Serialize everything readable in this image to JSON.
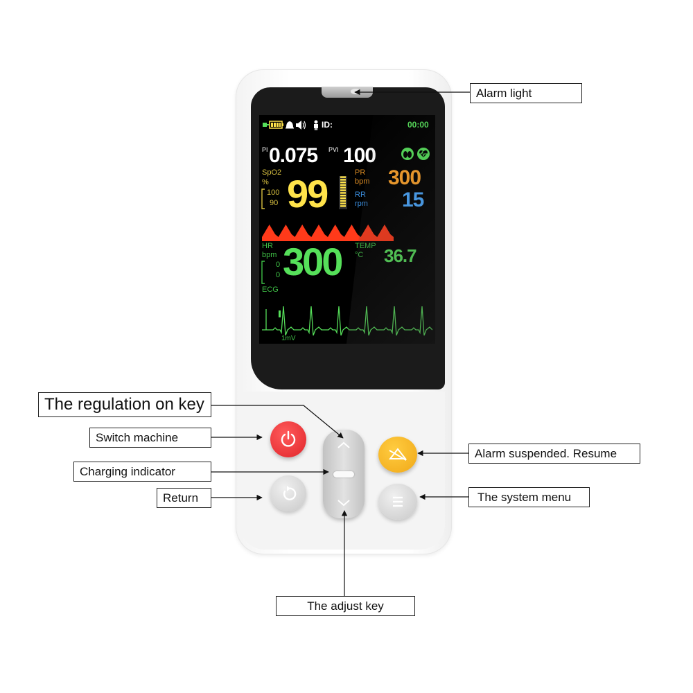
{
  "screen": {
    "status": {
      "id_label": "ID:",
      "time": "00:00"
    },
    "pi": {
      "label": "PI",
      "value": "0.075"
    },
    "pvi": {
      "label": "PVI",
      "value": "100"
    },
    "spo2": {
      "label": "SpO2",
      "unit": "%",
      "high": "100",
      "low": "90",
      "value": "99"
    },
    "pr": {
      "label": "PR",
      "unit": "bpm",
      "value": "300"
    },
    "rr": {
      "label": "RR",
      "unit": "rpm",
      "value": "15"
    },
    "hr": {
      "label": "HR",
      "unit": "bpm",
      "high": "0",
      "low": "0",
      "value": "300",
      "source": "ECG"
    },
    "temp": {
      "label": "TEMP",
      "unit": "°C",
      "value": "36.7"
    },
    "ecg_scale": "1mV"
  },
  "callouts": {
    "alarm_light": "Alarm light",
    "regulation_on_key": "The regulation on key",
    "switch_machine": "Switch machine",
    "charging_indicator": "Charging indicator",
    "return": "Return",
    "alarm_suspended": "Alarm suspended. Resume",
    "system_menu": "The system menu",
    "adjust_key": "The adjust key"
  },
  "colors": {
    "spo2": "#ffe34a",
    "pr": "#ffa32a",
    "rr": "#4aa8ff",
    "hr": "#56e05a",
    "pleth": "#ff3a1a",
    "power_key": "#e0242a",
    "alarm_key": "#f0a818"
  },
  "icons": [
    "plug-icon",
    "battery-icon",
    "bell-icon",
    "speaker-icon",
    "person-icon",
    "lungs-icon",
    "heart-icon",
    "power-icon",
    "return-icon",
    "alarm-mute-icon",
    "menu-icon",
    "chevron-up-icon",
    "chevron-down-icon"
  ]
}
